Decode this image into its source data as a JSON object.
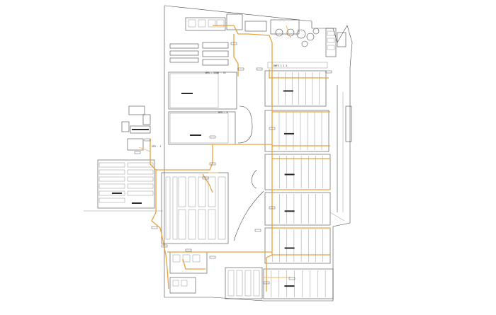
{
  "drawing": {
    "kind": "site plan",
    "pipe_color": "#e6a23c",
    "line_color": "#4a4a4a",
    "background": "#ffffff"
  },
  "labels": {
    "upper_building_tag": "BPS - STNG - 21",
    "middle_building_tag": "DPS - 3",
    "west_tag": "STR - 2",
    "east_header_tag": "DWFS 1 2 3"
  }
}
